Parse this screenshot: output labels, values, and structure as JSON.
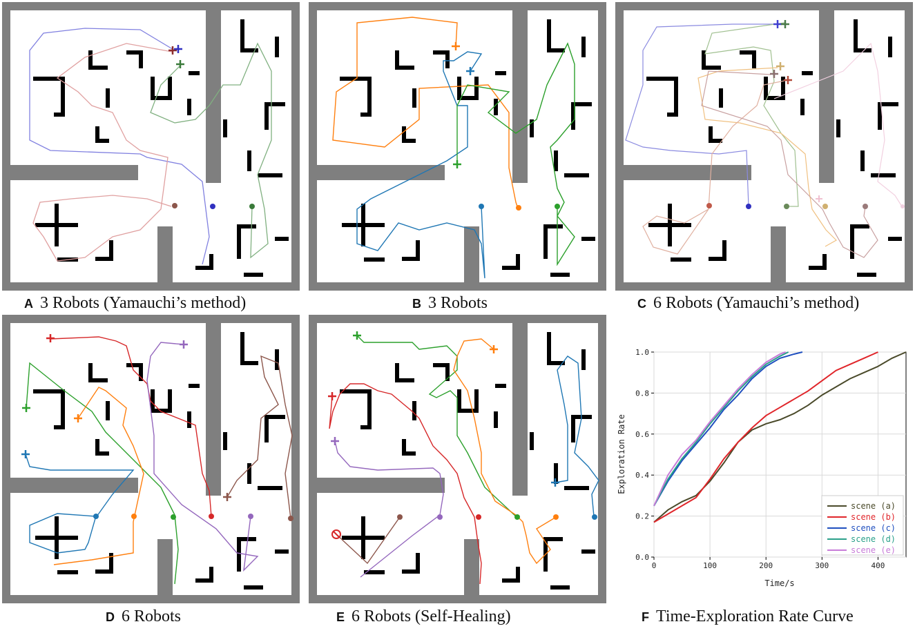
{
  "panels": [
    {
      "letter": "A",
      "title": "3 Robots (Yamauchi’s method)"
    },
    {
      "letter": "B",
      "title": "3 Robots"
    },
    {
      "letter": "C",
      "title": "6 Robots (Yamauchi’s method)"
    },
    {
      "letter": "D",
      "title": "6 Robots"
    },
    {
      "letter": "E",
      "title": "6 Robots (Self-Healing)"
    },
    {
      "letter": "F",
      "title": "Time-Exploration Rate Curve"
    }
  ],
  "robot_colors": {
    "blue": "#1f77b4",
    "orange": "#ff7f0e",
    "green": "#2ca02c",
    "red": "#d62728",
    "purple": "#9467bd",
    "brown": "#8c564b",
    "pink": "#e377c2"
  },
  "map_colors": {
    "wall": "#7f7f7f",
    "obstacle": "#000000",
    "free": "#ffffff"
  },
  "chart_data": {
    "type": "line",
    "xlabel": "Time/s",
    "ylabel": "Exploration Rate",
    "xlim": [
      0,
      450
    ],
    "ylim": [
      0,
      1.0
    ],
    "xticks": [
      "0",
      "100",
      "200",
      "300",
      "400"
    ],
    "yticks": [
      "0.0",
      "0.2",
      "0.4",
      "0.6",
      "0.8",
      "1.0"
    ],
    "grid": true,
    "legend_position": "bottom-right",
    "series": [
      {
        "name": "scene (a)",
        "color": "#4a4a2a",
        "x": [
          0,
          25,
          50,
          75,
          100,
          125,
          150,
          175,
          200,
          225,
          250,
          275,
          300,
          325,
          350,
          375,
          400,
          425,
          450
        ],
        "y": [
          0.17,
          0.23,
          0.27,
          0.3,
          0.37,
          0.46,
          0.56,
          0.62,
          0.65,
          0.67,
          0.7,
          0.74,
          0.79,
          0.83,
          0.87,
          0.9,
          0.93,
          0.97,
          1.0
        ]
      },
      {
        "name": "scene (b)",
        "color": "#e0252a",
        "x": [
          0,
          25,
          50,
          75,
          100,
          125,
          150,
          175,
          200,
          225,
          250,
          275,
          300,
          325,
          350,
          375,
          400
        ],
        "y": [
          0.17,
          0.21,
          0.25,
          0.29,
          0.38,
          0.48,
          0.56,
          0.63,
          0.69,
          0.73,
          0.77,
          0.81,
          0.86,
          0.91,
          0.94,
          0.97,
          1.0
        ]
      },
      {
        "name": "scene (c)",
        "color": "#1f4fbf",
        "x": [
          0,
          25,
          50,
          75,
          100,
          125,
          150,
          175,
          200,
          225,
          250,
          265
        ],
        "y": [
          0.25,
          0.37,
          0.47,
          0.55,
          0.63,
          0.72,
          0.79,
          0.87,
          0.93,
          0.97,
          0.99,
          1.0
        ]
      },
      {
        "name": "scene (d)",
        "color": "#2aa08a",
        "x": [
          0,
          25,
          50,
          75,
          100,
          125,
          150,
          175,
          200,
          225,
          240
        ],
        "y": [
          0.25,
          0.38,
          0.48,
          0.56,
          0.65,
          0.73,
          0.81,
          0.88,
          0.94,
          0.98,
          1.0
        ]
      },
      {
        "name": "scene (e)",
        "color": "#c77bd8",
        "x": [
          0,
          25,
          50,
          75,
          100,
          125,
          150,
          175,
          200,
          225,
          235
        ],
        "y": [
          0.25,
          0.4,
          0.5,
          0.57,
          0.66,
          0.74,
          0.82,
          0.89,
          0.95,
          0.99,
          1.0
        ]
      }
    ]
  }
}
